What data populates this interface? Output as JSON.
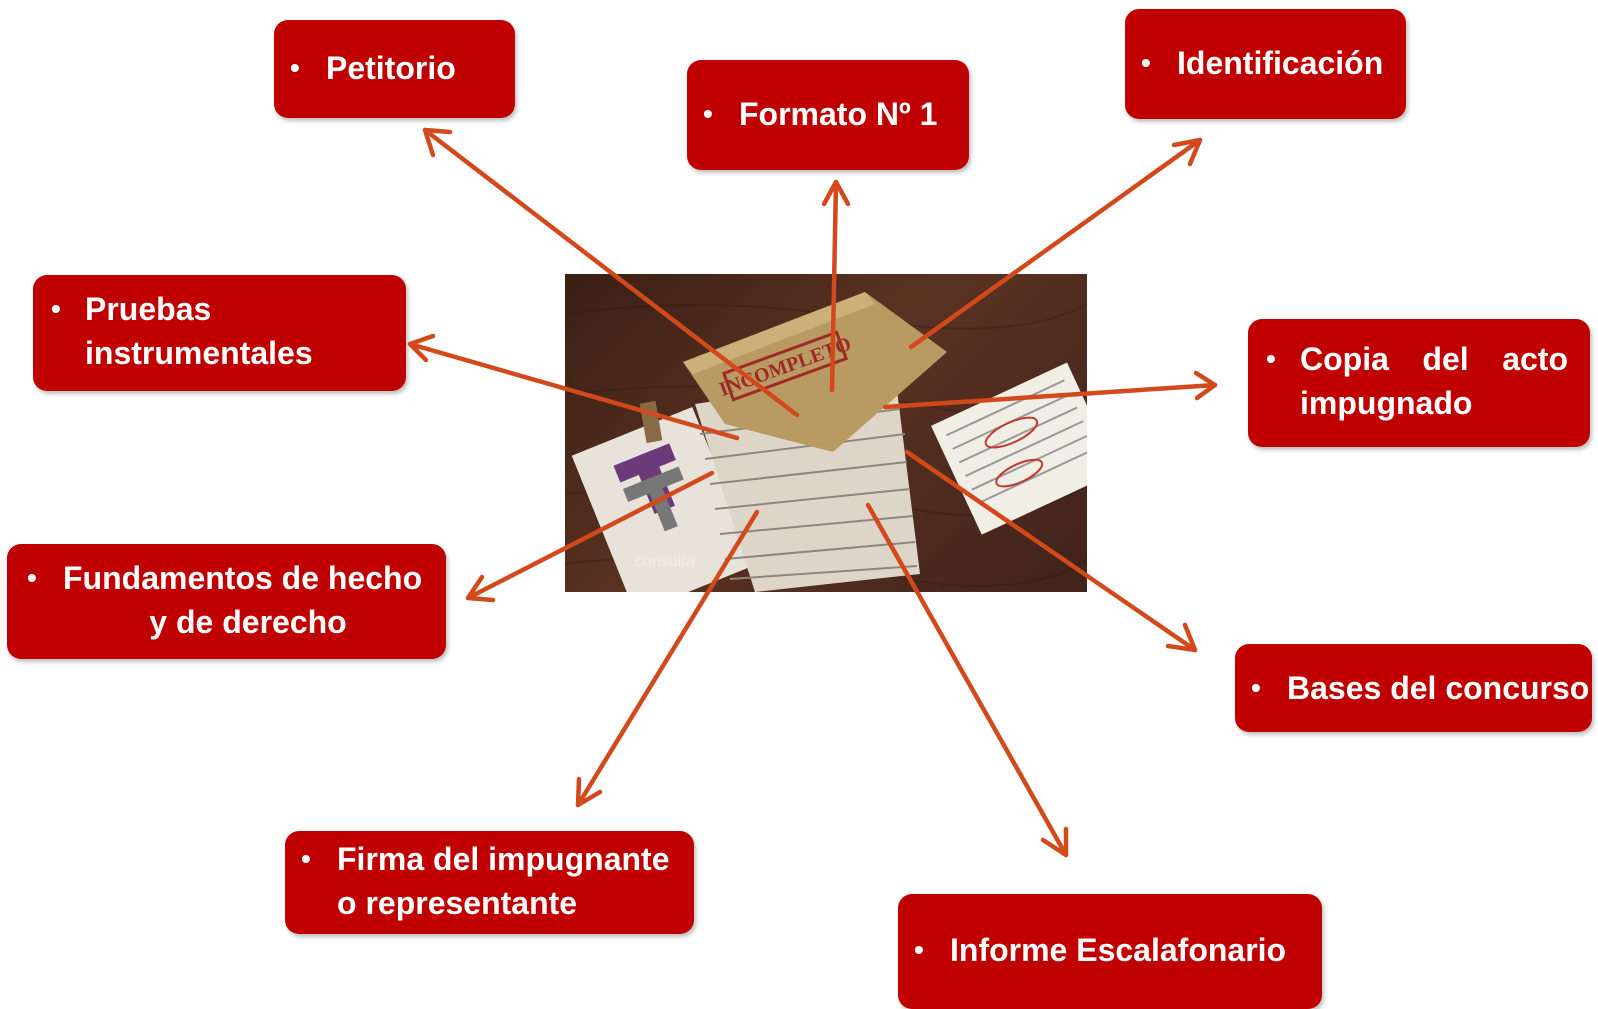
{
  "colors": {
    "box_fill": "#c00000",
    "box_text": "#ffffff",
    "arrow": "#d2491c"
  },
  "bullet_glyph": "•",
  "items": {
    "petitorio": "Petitorio",
    "formato": "Formato Nº 1",
    "identificacion": "Identificación",
    "pruebas": [
      "Pruebas",
      "instrumentales"
    ],
    "copia": [
      "Copia del acto",
      "impugnado"
    ],
    "fundamentos": [
      "Fundamentos de hecho",
      "y de derecho"
    ],
    "bases": "Bases del concurso",
    "firma": [
      "Firma del impugnante",
      "o representante"
    ],
    "informe": "Informe Escalafonario"
  },
  "photo": {
    "stamp_text": "INCOMPLETO",
    "watermark": "consulta"
  }
}
